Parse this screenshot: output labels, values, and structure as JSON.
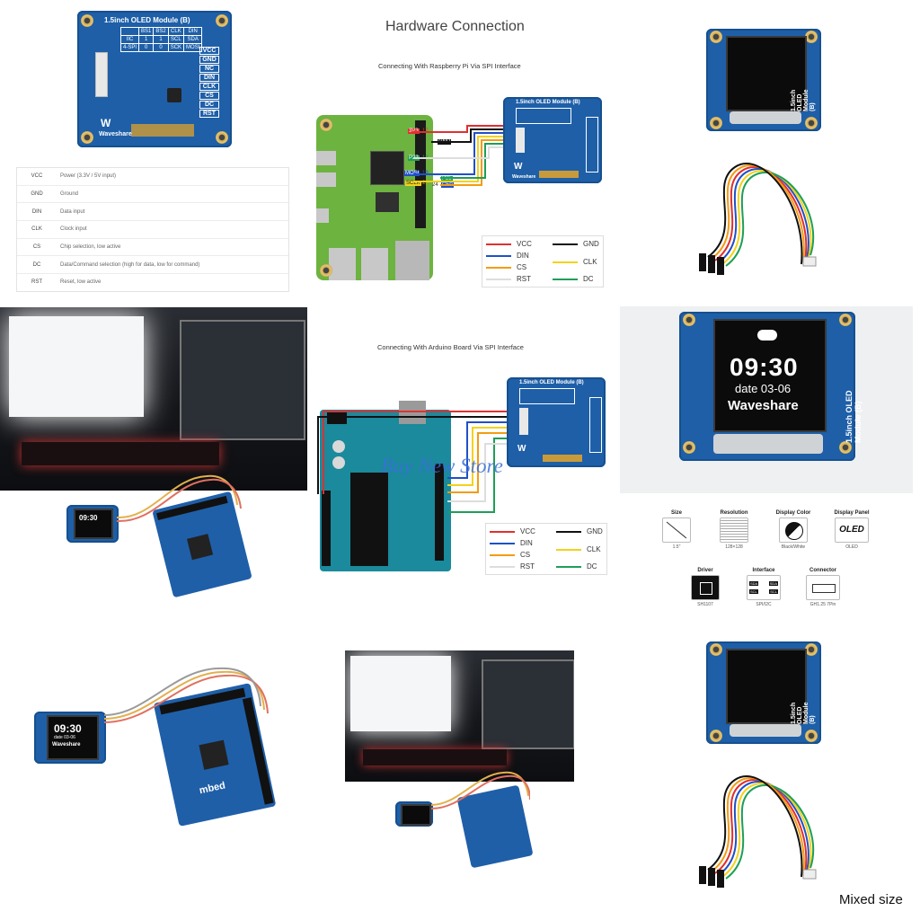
{
  "hardware": {
    "title": "Hardware Connection",
    "rpi_caption": "Connecting With Raspberry Pi Via SPI Interface",
    "arduino_caption": "Connecting With Arduino Board Via SPI Interface"
  },
  "module": {
    "silk_title": "1.5inch OLED Module (B)",
    "brand": "Waveshare",
    "vertical_label": "1.5inch OLED Module (B)",
    "config_table": [
      [
        "",
        "BS1",
        "BS2",
        "CLK",
        "DIN"
      ],
      [
        "IIC",
        "1",
        "1",
        "SCL",
        "SDA"
      ],
      [
        "4-SPI",
        "0",
        "0",
        "SCK",
        "MOSI"
      ]
    ],
    "side_pins": [
      "VCC",
      "GND",
      "NC",
      "DIN",
      "CLK",
      "CS",
      "DC",
      "RST"
    ]
  },
  "pin_table": [
    {
      "pin": "VCC",
      "desc": "Power (3.3V / 5V input)"
    },
    {
      "pin": "GND",
      "desc": "Ground"
    },
    {
      "pin": "DIN",
      "desc": "Data input"
    },
    {
      "pin": "CLK",
      "desc": "Clock input"
    },
    {
      "pin": "CS",
      "desc": "Chip selection, low active"
    },
    {
      "pin": "DC",
      "desc": "Data/Command selection (high for data, low for command)"
    },
    {
      "pin": "RST",
      "desc": "Reset, low active"
    }
  ],
  "rpi_labels": {
    "v33": "3V3",
    "gnd": "GND",
    "p27": "P27",
    "mosi": "MOSI",
    "sclk": "SCLK",
    "p25": "P25",
    "ce0": "CE0",
    "n17": "17",
    "n19": "19",
    "n23": "23",
    "n24": "24",
    "n13": "13"
  },
  "wire_legend": [
    {
      "label": "VCC",
      "color": "#e03030"
    },
    {
      "label": "GND",
      "color": "#111111"
    },
    {
      "label": "DIN",
      "color": "#2050c8"
    },
    {
      "label": "CLK",
      "color": "#f2d21b"
    },
    {
      "label": "CS",
      "color": "#f39c12"
    },
    {
      "label": "DC",
      "color": "#1f9e57"
    },
    {
      "label": "RST",
      "color": "#dddddd"
    }
  ],
  "watermark": "Buy New Store",
  "oled_demo": {
    "time": "09:30",
    "date": "date 03-06",
    "brand": "Waveshare"
  },
  "features": [
    {
      "title": "Size",
      "value": "1.5\""
    },
    {
      "title": "Resolution",
      "value": "128×128"
    },
    {
      "title": "Display Color",
      "value": "Black/White"
    },
    {
      "title": "Display Panel",
      "value": "OLED",
      "badge": "OLED"
    },
    {
      "title": "Driver",
      "value": "SH1107"
    },
    {
      "title": "Interface",
      "value": "SPI/I2C"
    },
    {
      "title": "Connector",
      "value": "GH1.25 7Pin"
    }
  ],
  "interface_icon": {
    "sda": "SDA",
    "scl": "SCL"
  },
  "footer": "Mixed size"
}
